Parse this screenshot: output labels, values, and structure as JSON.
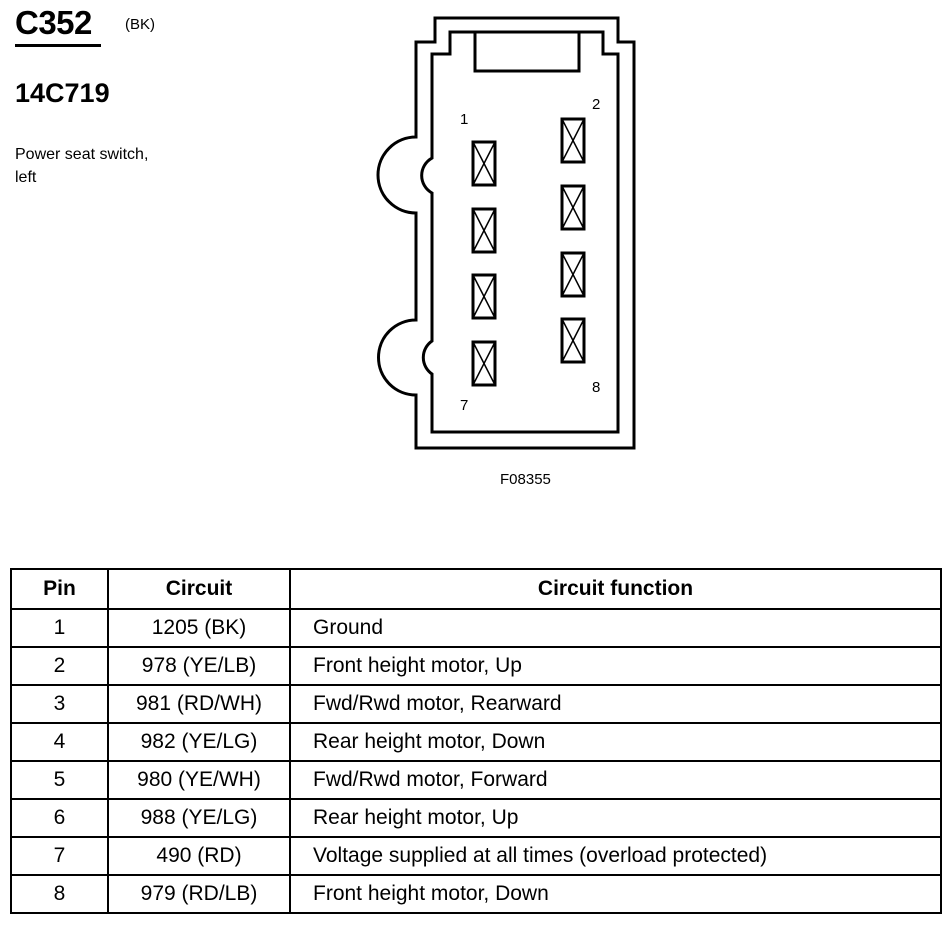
{
  "connector": {
    "id": "C352",
    "color": "(BK)",
    "part_number": "14C719",
    "description_line1": "Power seat switch,",
    "description_line2": "left"
  },
  "diagram": {
    "figure_id": "F08355",
    "pin_labels": {
      "p1": "1",
      "p2": "2",
      "p7": "7",
      "p8": "8"
    }
  },
  "table": {
    "headers": {
      "pin": "Pin",
      "circuit": "Circuit",
      "function": "Circuit function"
    },
    "rows": [
      {
        "pin": "1",
        "circuit": "1205 (BK)",
        "function": "Ground"
      },
      {
        "pin": "2",
        "circuit": "978 (YE/LB)",
        "function": "Front height motor, Up"
      },
      {
        "pin": "3",
        "circuit": "981 (RD/WH)",
        "function": "Fwd/Rwd motor, Rearward"
      },
      {
        "pin": "4",
        "circuit": "982 (YE/LG)",
        "function": "Rear height motor, Down"
      },
      {
        "pin": "5",
        "circuit": "980 (YE/WH)",
        "function": "Fwd/Rwd motor, Forward"
      },
      {
        "pin": "6",
        "circuit": "988 (YE/LG)",
        "function": "Rear height motor, Up"
      },
      {
        "pin": "7",
        "circuit": "490 (RD)",
        "function": "Voltage supplied at all times (overload protected)"
      },
      {
        "pin": "8",
        "circuit": "979 (RD/LB)",
        "function": "Front height motor, Down"
      }
    ]
  }
}
